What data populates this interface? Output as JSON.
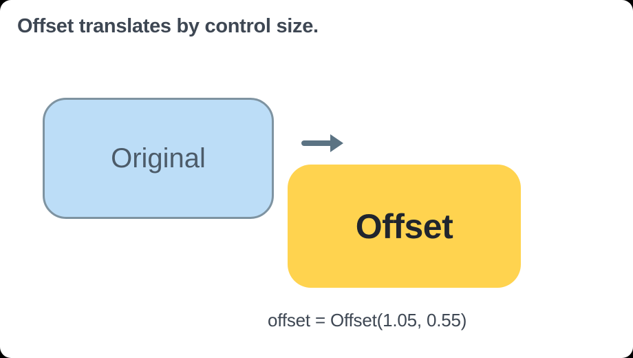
{
  "title": "Offset translates by control size.",
  "diagram": {
    "original_box": {
      "label": "Original"
    },
    "offset_box": {
      "label": "Offset"
    },
    "arrow_icon": "arrow-right-icon",
    "caption": "offset = Offset(1.05, 0.55)"
  },
  "colors": {
    "canvas_bg": "#ffffff",
    "outside_bg": "#000000",
    "title_text": "#3e4753",
    "original_fill": "#bcddf7",
    "original_border": "#7e93a1",
    "original_text": "#4c5b69",
    "offset_fill": "#ffd34f",
    "offset_text": "#20252e",
    "arrow": "#5b7383",
    "caption_text": "#3e4753"
  }
}
